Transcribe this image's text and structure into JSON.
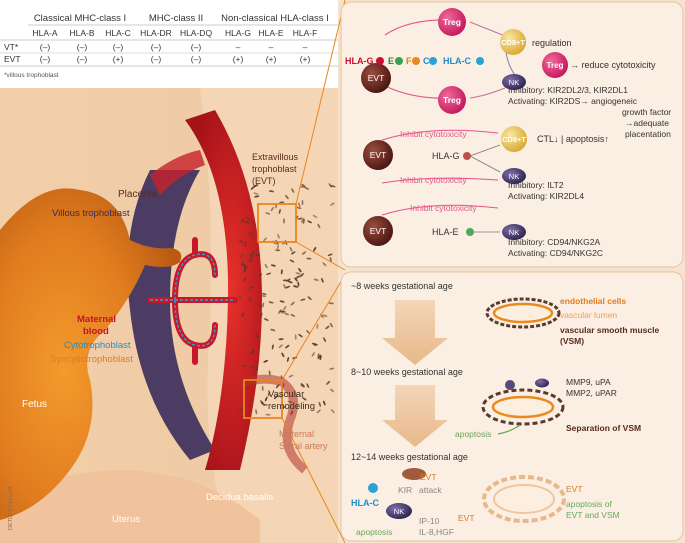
{
  "table": {
    "groups": [
      "Classical MHC-class I",
      "MHC-class II",
      "Non-classical HLA-class I"
    ],
    "columns": [
      "HLA-A",
      "HLA-B",
      "HLA-C",
      "HLA-DR",
      "HLA-DQ",
      "HLA-G",
      "HLA-E",
      "HLA-F"
    ],
    "rows": [
      {
        "label": "VT*",
        "cells": [
          "(–)",
          "(–)",
          "(–)",
          "(–)",
          "(–)",
          "–",
          "–",
          "–"
        ]
      },
      {
        "label": "EVT",
        "cells": [
          "(–)",
          "(–)",
          "(+)",
          "(–)",
          "(–)",
          "(+)",
          "(+)",
          "(+)"
        ]
      }
    ],
    "footnote": "*villous trophoblast"
  },
  "anatomy": {
    "placenta": "Placenta",
    "villous_trophoblast": "Villous trophoblast",
    "evt_line1": "Extravillous",
    "evt_line2": "trophoblast",
    "evt_line3": "(EVT)",
    "maternal_blood_1": "Maternal",
    "maternal_blood_2": "blood",
    "cytotrophoblast": "Cytotrophoblast",
    "syncytiotrophoblast": "Syncytiotrophoblast",
    "fetus": "Fetus",
    "uterus": "Uterus",
    "decidua": "Decidua basalis",
    "vascular_1": "Vascular",
    "vascular_2": "remodeling",
    "spiral_1": "Maternal",
    "spiral_2": "Spiral artery",
    "credit": "DETLEV FELLER"
  },
  "top_panel": {
    "treg": "Treg",
    "evt": "EVT",
    "cd8": "CD8+T",
    "nk": "NK",
    "hla_g": "HLA-G",
    "e": "E",
    "f": "F",
    "c": "C",
    "hla_c": "HLA-C",
    "regulation": "regulation",
    "reduce": "→ reduce cytotoxicity",
    "inh1": "Inhibitory: KIR2DL2/3, KIR2DL1",
    "act1": "Activating: KIR2DS→ angiogeneic",
    "act1b": "growth factor",
    "act1c": "→adequate",
    "act1d": "placentation",
    "inhibit_cyto": "Inhibit cytotoxicity",
    "ctl": "CTL↓ | apoptosis↑",
    "hla_g2": "HLA-G",
    "inh2": "Inhibitory: ILT2",
    "act2": "Activating: KIR2DL4",
    "hla_e": "HLA-E",
    "inh3": "Inhibitory: CD94/NKG2A",
    "act3": "Activating: CD94/NKG2C"
  },
  "bottom_panel": {
    "age1": "~8 weeks gestational age",
    "endothelial": "endothelial cells",
    "lumen": "vascular lumen",
    "vsm1": "vascular smooth muscle",
    "vsm2": "(VSM)",
    "age2": "8~10 weeks gestational age",
    "mmp1": "MMP9, uPA",
    "mmp2": "MMP2, uPAR",
    "apoptosis": "apoptosis",
    "separation": "Separation of VSM",
    "age3": "12~14 weeks gestational age",
    "evt": "EVT",
    "kir": "KIR",
    "attack": "attack",
    "hla_c": "HLA-C",
    "nk": "NK",
    "il10": "IP-10",
    "il8": "IL-8,HGF",
    "evt2": "EVT",
    "evt3": "EVT",
    "apop2_1": "apoptosis of",
    "apop2_2": "EVT and VSM",
    "apoptosis2": "apoptosis"
  },
  "colors": {
    "red": "#c8102e",
    "orange": "#e98a1e",
    "treg": "#d81b60",
    "nk": "#4a3b6b",
    "evt_cell": "#6d2a2a"
  }
}
